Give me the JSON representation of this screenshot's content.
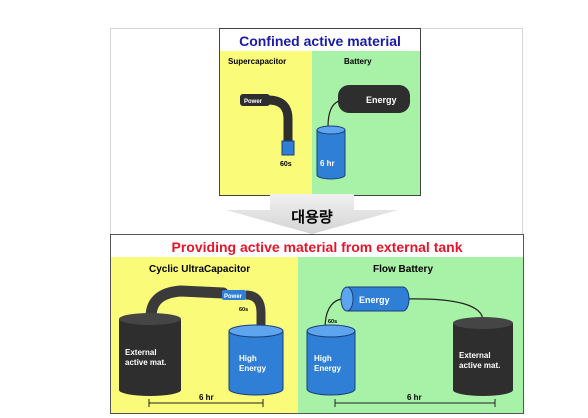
{
  "top": {
    "title": "Confined active material",
    "left_label": "Supercapacitor",
    "right_label": "Battery",
    "power_label": "Power",
    "energy_label": "Energy",
    "left_time": "60s",
    "right_time": "6 hr"
  },
  "arrow_label": "대용량",
  "bottom": {
    "title": "Providing active material from external tank",
    "left_label": "Cyclic UltraCapacitor",
    "right_label": "Flow Battery",
    "power_label": "Power",
    "energy_label": "Energy",
    "small_time_left": "60s",
    "small_time_right": "60s",
    "left_ext_line1": "External",
    "left_ext_line2": "active mat.",
    "left_high_line1": "High",
    "left_high_line2": "Energy",
    "right_high_line1": "High",
    "right_high_line2": "Energy",
    "right_ext_line1": "External",
    "right_ext_line2": "active mat.",
    "left_span": "6 hr",
    "right_span": "6 hr"
  },
  "colors": {
    "title_top": "#1a1aa8",
    "title_bottom": "#e8142a",
    "yellow": "#fbfb7a",
    "green": "#a8f2a8",
    "tank_dark": "#2e2e2e",
    "tank_blue": "#2f7fd6"
  }
}
